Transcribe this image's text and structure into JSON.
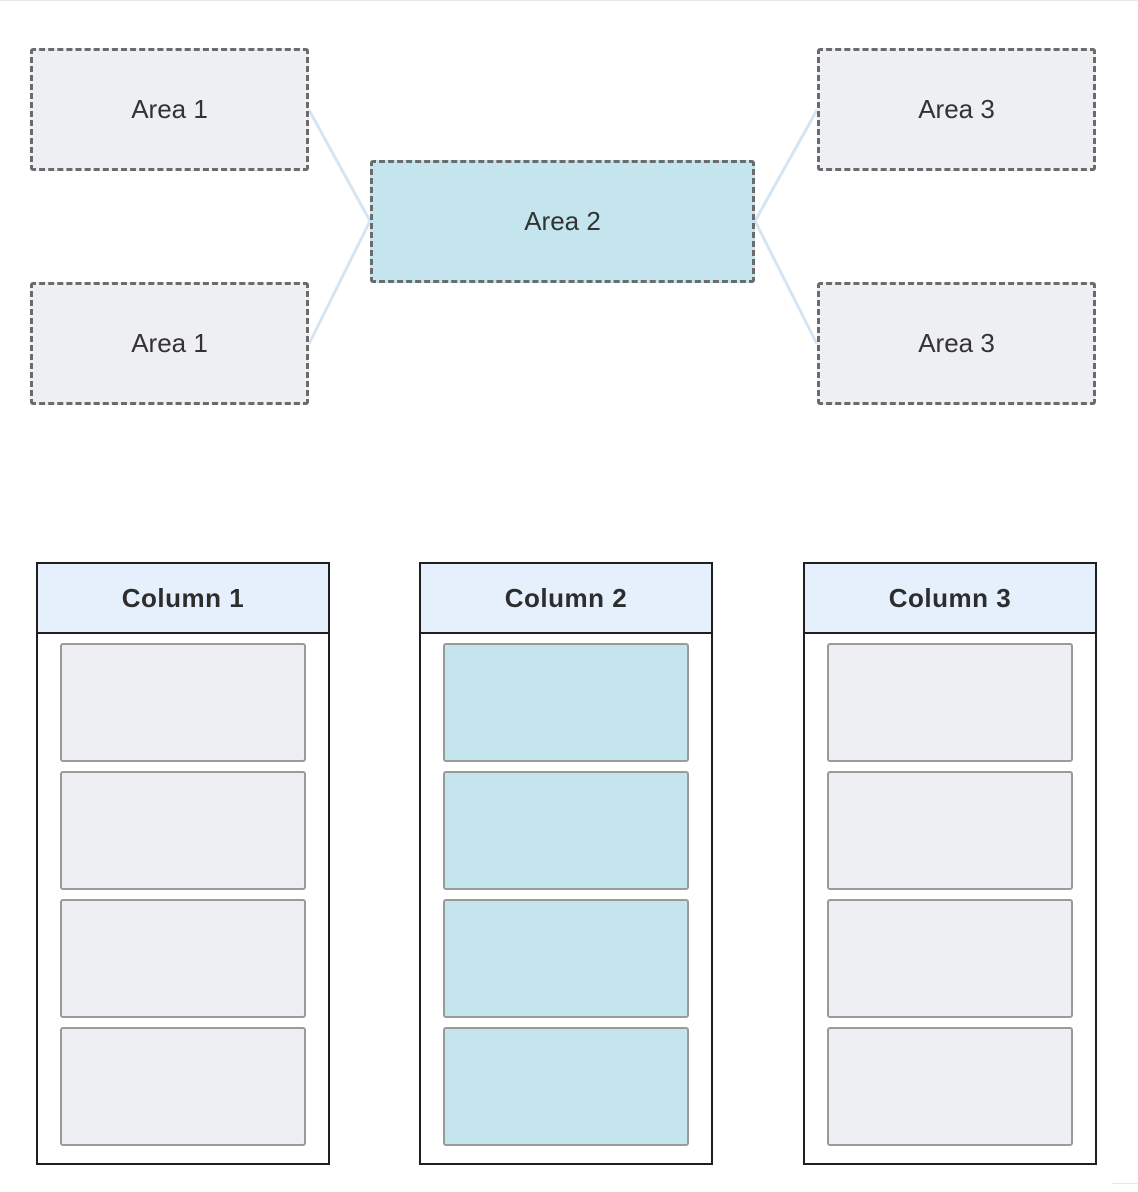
{
  "areas": {
    "area_1_top": {
      "label": "Area 1"
    },
    "area_1_bottom": {
      "label": "Area 1"
    },
    "area_2": {
      "label": "Area 2"
    },
    "area_3_top": {
      "label": "Area 3"
    },
    "area_3_bottom": {
      "label": "Area 3"
    }
  },
  "columns": [
    {
      "title": "Column 1",
      "card_count": 4,
      "highlighted": false
    },
    {
      "title": "Column 2",
      "card_count": 4,
      "highlighted": true
    },
    {
      "title": "Column 3",
      "card_count": 4,
      "highlighted": false
    }
  ],
  "colors": {
    "area_fill": "#eeeff2",
    "highlight_fill": "#c4e4ee",
    "dashed_border": "#6b6b6b",
    "header_fill": "#e5f0fc",
    "connector": "#d5e5f3"
  }
}
